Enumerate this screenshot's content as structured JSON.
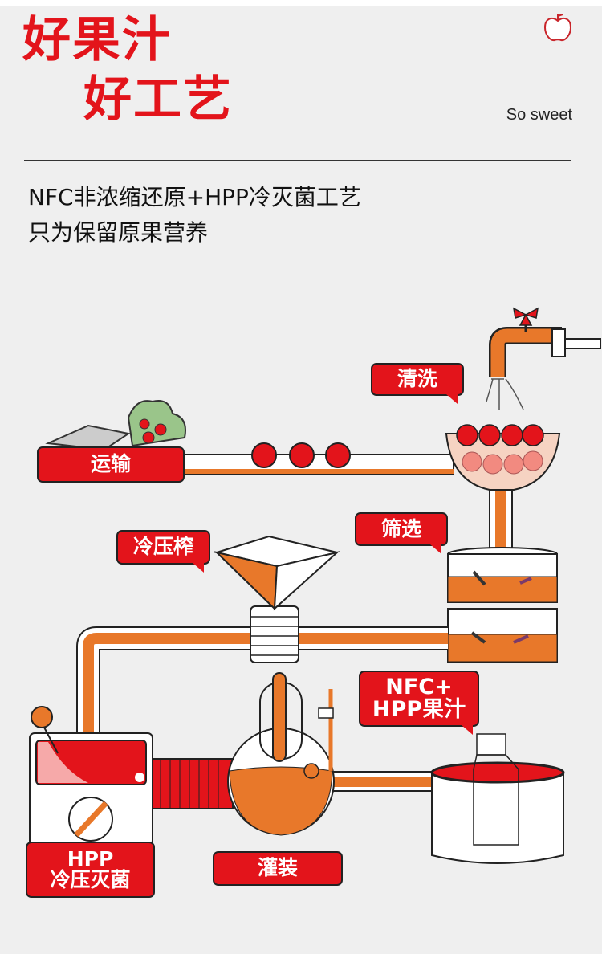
{
  "header": {
    "title_line1": "好果汁",
    "title_line2": "好工艺",
    "tagline": "So sweet",
    "icon": "apple-icon"
  },
  "subtitle": {
    "line1": "NFC非浓缩还原+HPP冷灭菌工艺",
    "line2": "只为保留原果营养"
  },
  "steps": [
    {
      "label": "运输"
    },
    {
      "label": "清洗"
    },
    {
      "label": "筛选"
    },
    {
      "label": "冷压榨"
    },
    {
      "label_line1": "HPP",
      "label_line2": "冷压灭菌"
    },
    {
      "label": "灌装"
    },
    {
      "label_line1": "NFC+",
      "label_line2": "HPP果汁"
    }
  ],
  "colors": {
    "red": "#e3141b",
    "orange": "#e8782a",
    "background": "#efefef"
  }
}
